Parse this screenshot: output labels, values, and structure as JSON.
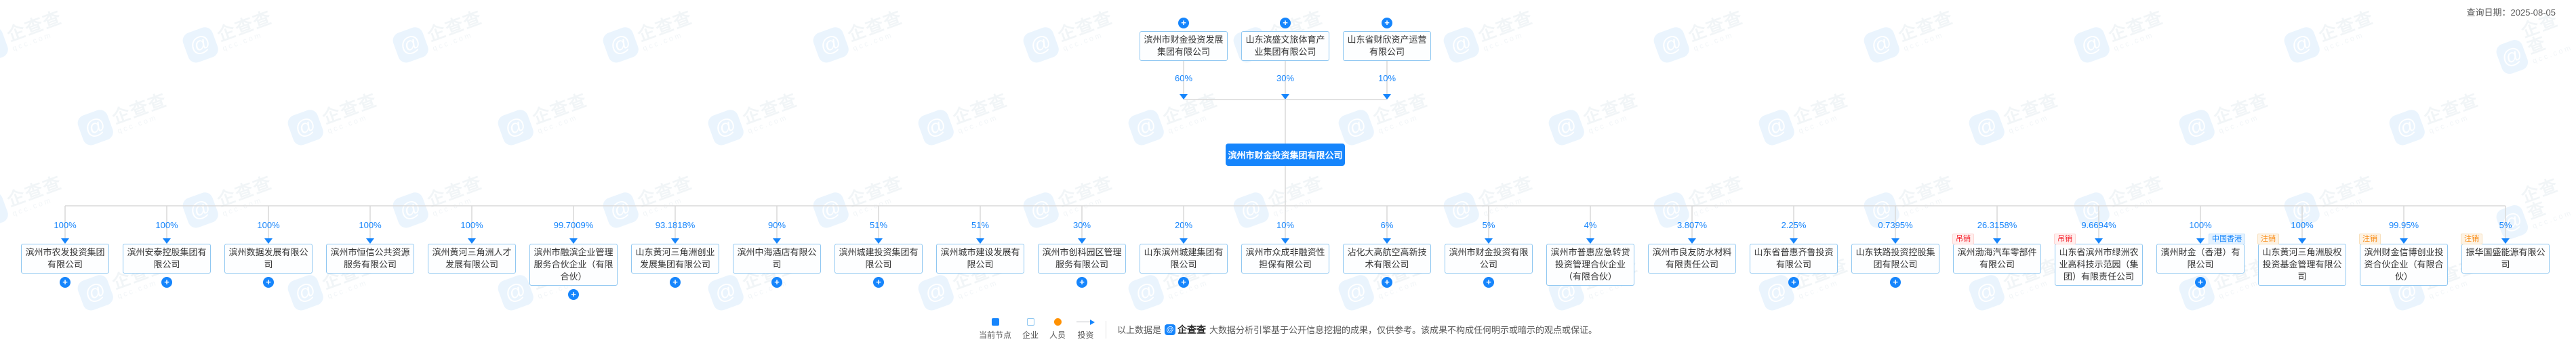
{
  "header": {
    "query_date": "查询日期：2025-08-05"
  },
  "watermark": {
    "brand": "企查查",
    "domain": "qcc.com"
  },
  "root": {
    "name": "滨州市财金投资集团有限公司"
  },
  "parents": [
    {
      "name": "滨州市财金投资发展集团有限公司",
      "percent": "60%",
      "plus": true
    },
    {
      "name": "山东滨盛文旅体育产业集团有限公司",
      "percent": "30%",
      "plus": true
    },
    {
      "name": "山东省财欣资产运营有限公司",
      "percent": "10%",
      "plus": true
    }
  ],
  "children": [
    {
      "name": "滨州市农发投资集团有限公司",
      "percent": "100%",
      "plus": true
    },
    {
      "name": "滨州安泰控股集团有限公司",
      "percent": "100%",
      "plus": true
    },
    {
      "name": "滨州数据发展有限公司",
      "percent": "100%",
      "plus": true
    },
    {
      "name": "滨州市恒信公共资源服务有限公司",
      "percent": "100%",
      "plus": false
    },
    {
      "name": "滨州黄河三角洲人才发展有限公司",
      "percent": "100%",
      "plus": false
    },
    {
      "name": "滨州市融滨企业管理服务合伙企业（有限合伙）",
      "percent": "99.7009%",
      "plus": true
    },
    {
      "name": "山东黄河三角洲创业发展集团有限公司",
      "percent": "93.1818%",
      "plus": true
    },
    {
      "name": "滨州中海酒店有限公司",
      "percent": "90%",
      "plus": true
    },
    {
      "name": "滨州城建投资集团有限公司",
      "percent": "51%",
      "plus": true
    },
    {
      "name": "滨州城市建设发展有限公司",
      "percent": "51%",
      "plus": false
    },
    {
      "name": "滨州市创科园区管理服务有限公司",
      "percent": "30%",
      "plus": true
    },
    {
      "name": "山东滨州城建集团有限公司",
      "percent": "20%",
      "plus": true
    },
    {
      "name": "滨州市众成非融资性担保有限公司",
      "percent": "10%",
      "plus": false
    },
    {
      "name": "沾化大高航空高新技术有限公司",
      "percent": "6%",
      "plus": true
    },
    {
      "name": "滨州市财金投资有限公司",
      "percent": "5%",
      "plus": true
    },
    {
      "name": "滨州市普惠应急转贷投资管理合伙企业（有限合伙）",
      "percent": "4%",
      "plus": false
    },
    {
      "name": "滨州市良友防水材料有限责任公司",
      "percent": "3.807%",
      "plus": false
    },
    {
      "name": "山东省普惠齐鲁投资有限公司",
      "percent": "2.25%",
      "plus": true
    },
    {
      "name": "山东铁路投资控股集团有限公司",
      "percent": "0.7395%",
      "plus": true
    },
    {
      "name": "滨州渤海汽车零部件有限公司",
      "percent": "26.3158%",
      "plus": false,
      "tag": "吊销",
      "tag_type": "revoked"
    },
    {
      "name": "山东省滨州市绿洲农业高科技示范园（集团）有限责任公司",
      "percent": "9.6694%",
      "plus": false,
      "tag": "吊销",
      "tag_type": "revoked"
    },
    {
      "name": "濱州財金（香港）有限公司",
      "percent": "100%",
      "plus": true,
      "region_tag": "中国香港"
    },
    {
      "name": "山东黄河三角洲股权投资基金管理有限公司",
      "percent": "100%",
      "plus": false,
      "tag": "注销",
      "tag_type": "cancelled"
    },
    {
      "name": "滨州财金信博创业投资合伙企业（有限合伙）",
      "percent": "99.95%",
      "plus": false,
      "tag": "注销",
      "tag_type": "cancelled"
    },
    {
      "name": "振华国盛能源有限公司",
      "percent": "5%",
      "plus": false,
      "tag": "注销",
      "tag_type": "cancelled"
    }
  ],
  "legend": {
    "items": [
      {
        "label": "当前节点",
        "icon": "current-node-icon"
      },
      {
        "label": "企业",
        "icon": "company-icon"
      },
      {
        "label": "人员",
        "icon": "person-icon"
      },
      {
        "label": "投资",
        "icon": "investment-arrow-icon"
      }
    ],
    "disclaimer_prefix": "以上数据是",
    "brand": "企查查",
    "disclaimer_suffix": "大数据分析引擎基于公开信息挖掘的成果，仅供参考。该成果不构成任何明示或暗示的观点或保证。"
  },
  "colors": {
    "accent": "#1685fc",
    "line": "#d9d9d9",
    "node_border": "#8fc7f1",
    "revoked_red": "#f5222d",
    "cancelled_orange": "#fa8c16",
    "person_orange": "#ff9100"
  }
}
